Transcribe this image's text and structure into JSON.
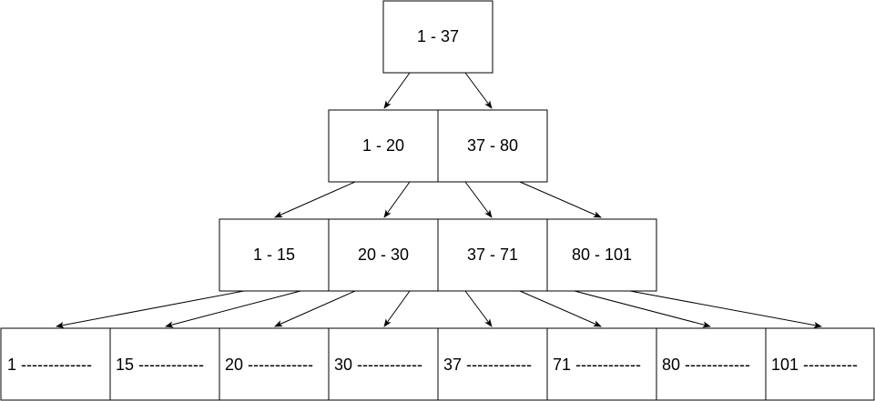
{
  "tree": {
    "root": {
      "label": "1 - 37"
    },
    "level1": [
      {
        "label": "1 - 20"
      },
      {
        "label": "37 - 80"
      }
    ],
    "level2": [
      {
        "label": "1 - 15"
      },
      {
        "label": "20 - 30"
      },
      {
        "label": "37 - 71"
      },
      {
        "label": "80 - 101"
      }
    ],
    "leaves": [
      {
        "label": "1 -------------"
      },
      {
        "label": "15 ------------"
      },
      {
        "label": "20 ------------"
      },
      {
        "label": "30 ------------"
      },
      {
        "label": "37 ------------"
      },
      {
        "label": "71 ------------"
      },
      {
        "label": "80 ------------"
      },
      {
        "label": "101 ----------"
      }
    ]
  }
}
